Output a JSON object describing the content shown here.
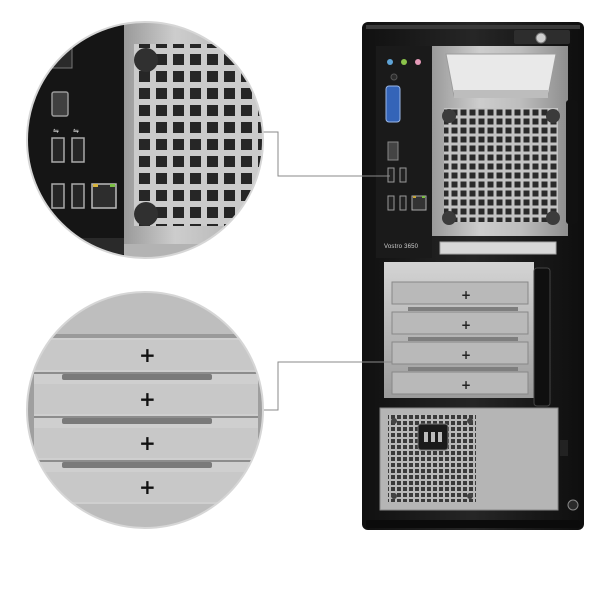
{
  "image": {
    "subject": "computer-tower-rear-panel",
    "model_label": "Vostro 3650",
    "callouts": [
      {
        "name": "io-ports-and-fan-grille-zoom"
      },
      {
        "name": "expansion-slots-zoom"
      }
    ]
  },
  "colors": {
    "background": "#ffffff",
    "chassis": "#1b1b1b",
    "metal_light": "#c9c9c9",
    "metal_mid": "#a9a9a9",
    "metal_dark": "#7d7d7d",
    "grille_hole": "#2a2a2a",
    "leader_line": "#8a8a8a"
  },
  "icons": [
    "plus-icon",
    "usb-icon",
    "hdmi-port",
    "vga-port",
    "ethernet-port",
    "audio-jack",
    "power-socket"
  ]
}
